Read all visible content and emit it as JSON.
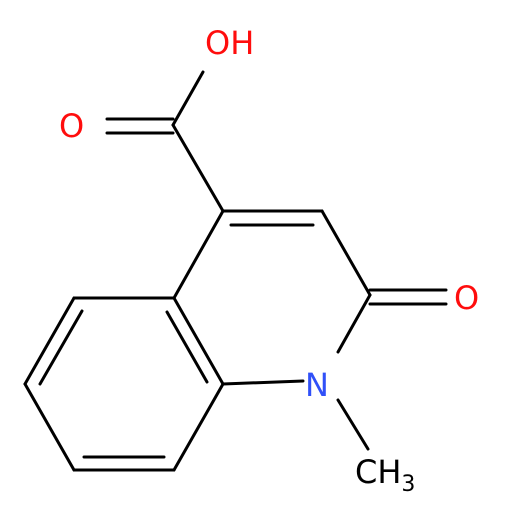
{
  "molecule": {
    "atoms": {
      "hydroxyl": "OH",
      "carbonyl_acid_oxygen": "O",
      "ring_carbonyl_oxygen": "O",
      "nitrogen": "N",
      "methyl_main": "CH",
      "methyl_sub": "3"
    },
    "colors": {
      "bond": "#000000",
      "oxygen": "#ff0d0d",
      "nitrogen": "#3050f8",
      "carbon": "#000000"
    }
  }
}
